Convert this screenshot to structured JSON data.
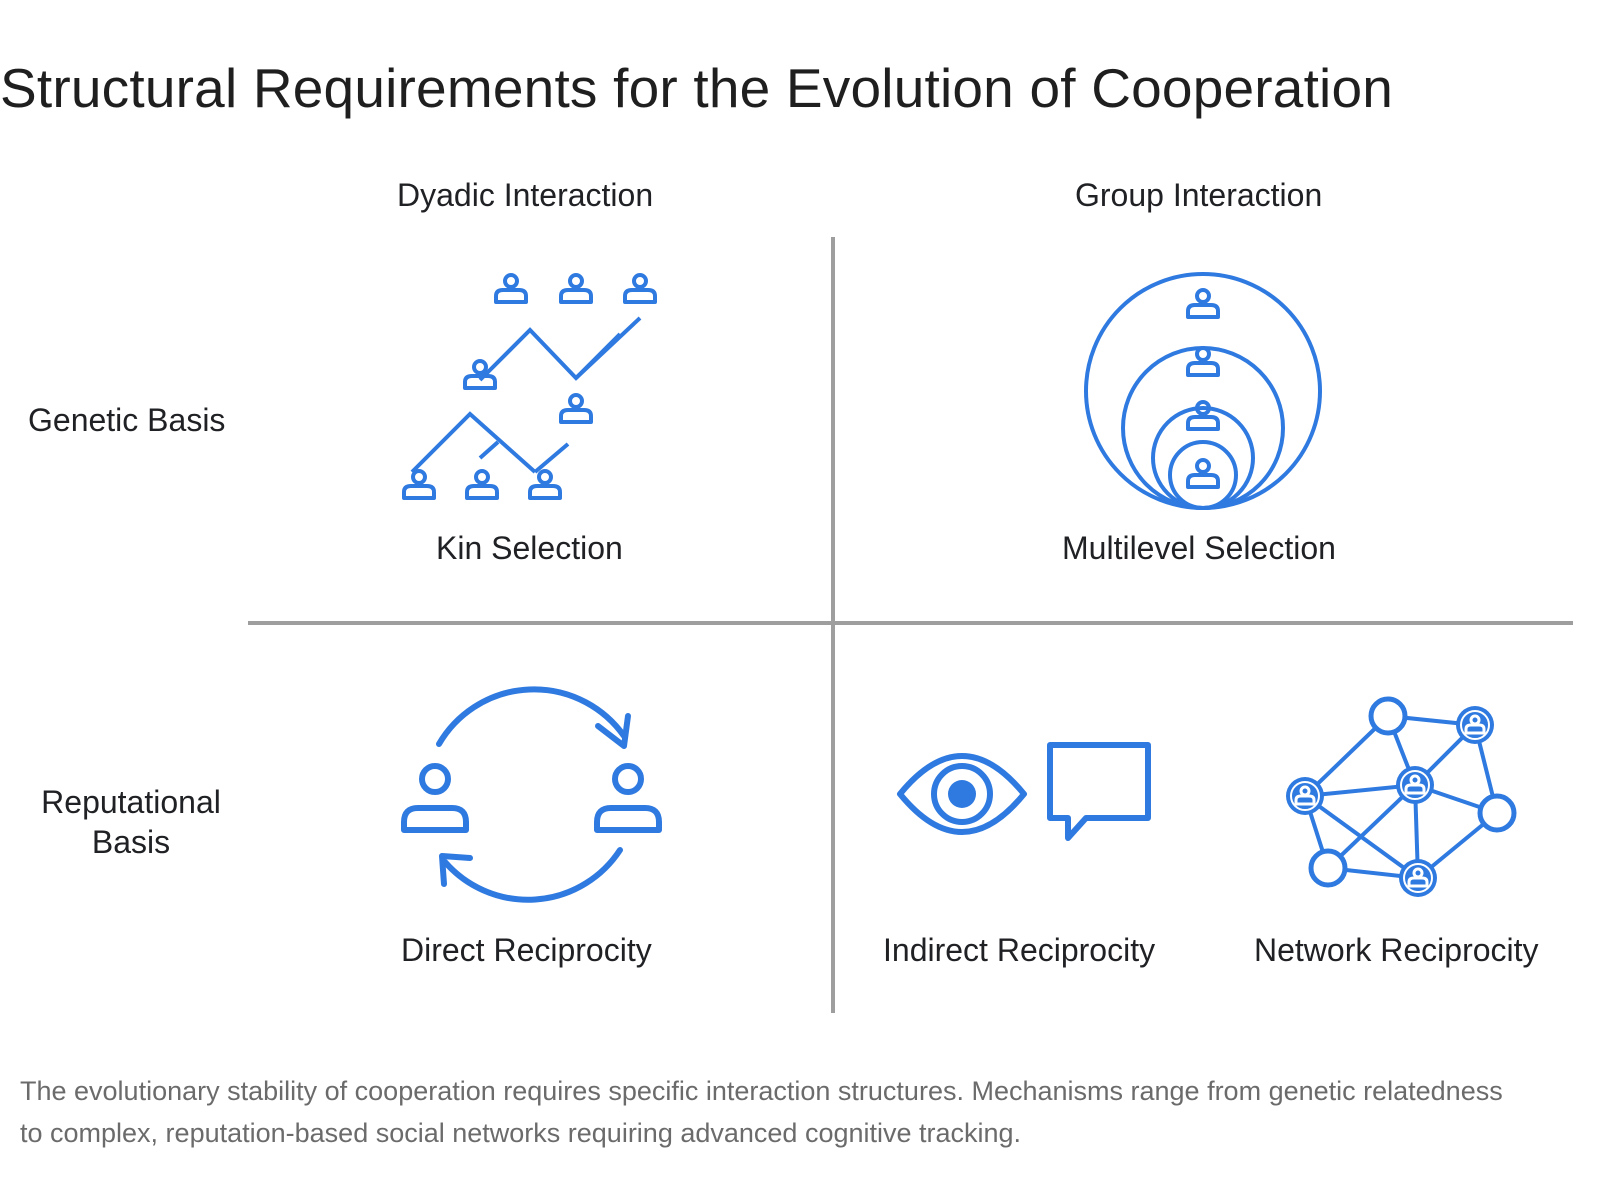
{
  "title": "Structural Requirements for the Evolution of Cooperation",
  "columns": {
    "dyadic": "Dyadic Interaction",
    "group": "Group Interaction"
  },
  "rows": {
    "genetic": "Genetic Basis",
    "reputational": "Reputational Basis"
  },
  "mechanisms": {
    "kin": "Kin Selection",
    "multilevel": "Multilevel Selection",
    "direct": "Direct Reciprocity",
    "indirect": "Indirect Reciprocity",
    "network": "Network Reciprocity"
  },
  "icons": {
    "kin": "family-tree-icon",
    "multilevel": "nested-groups-icon",
    "direct": "exchange-cycle-icon",
    "indirect_eye": "eye-icon",
    "indirect_speech": "speech-bubble-icon",
    "network": "network-graph-icon"
  },
  "caption": "The evolutionary stability of cooperation requires specific interaction structures. Mechanisms range from genetic relatedness to complex, reputation-based social networks requiring advanced cognitive tracking.",
  "colors": {
    "accent": "#2f7ae0",
    "grid": "#9e9e9e",
    "caption": "#6b6b6b"
  }
}
